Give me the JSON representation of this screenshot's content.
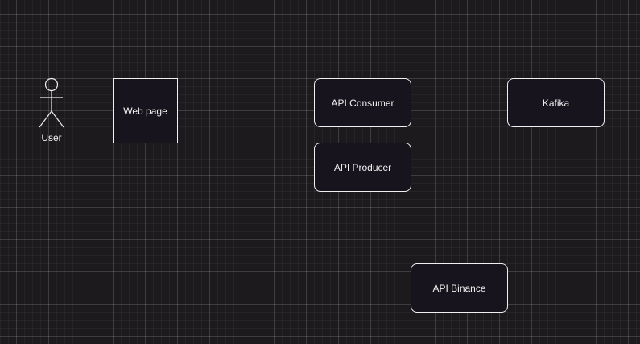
{
  "diagram": {
    "actor": {
      "label": "User"
    },
    "nodes": {
      "web_page": "Web page",
      "api_consumer": "API Consumer",
      "api_producer": "API Producer",
      "kafika": "Kafika",
      "api_binance": "API Binance"
    }
  },
  "colors": {
    "background": "#1d1a1e",
    "shape_fill": "#18141d",
    "stroke": "#f0f0f0",
    "text": "#f0f0f0"
  }
}
